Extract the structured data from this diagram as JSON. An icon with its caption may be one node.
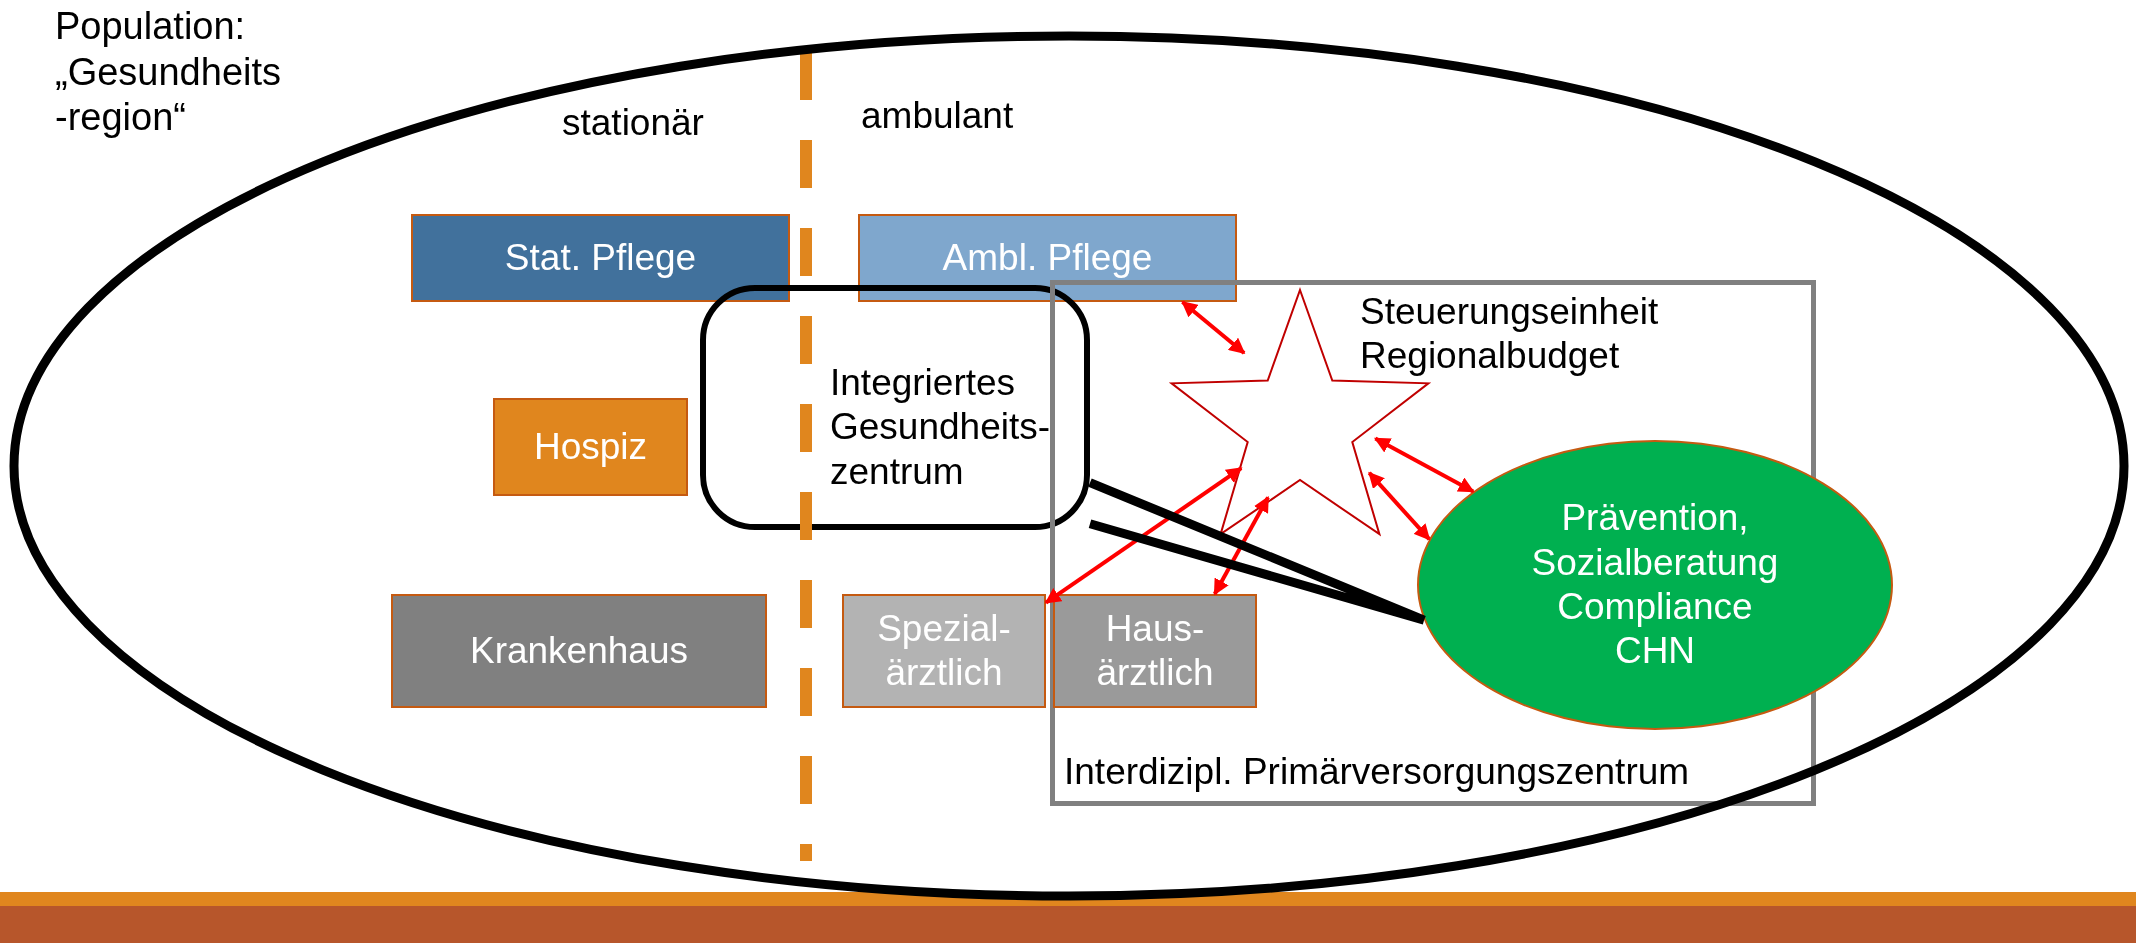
{
  "diagram": {
    "nodes": [
      {
        "text": [
          "Population: „Gesundheits -region“"
        ]
      },
      {
        "text": [
          "Stat. Pflege"
        ],
        "in": 0
      },
      {
        "text": [
          "Ambl. Pflege"
        ],
        "in": 0
      },
      {
        "text": [
          "Hospiz"
        ],
        "in": 0
      },
      {
        "text": [
          "Krankenhaus"
        ],
        "in": 0
      },
      {
        "text": [
          "Integriertes Gesundheits- zentrum"
        ],
        "in": 0
      },
      {
        "text": [
          "Interdizipl. Primärversorgungszentrum"
        ],
        "in": 0
      },
      {
        "text": [],
        "shape": "star",
        "beside": [
          "Steuerungseinheit Regionalbudget"
        ],
        "in": 6
      },
      {
        "text": [
          "Spezial- ärztlich"
        ],
        "in": 0
      },
      {
        "text": [
          "Haus- ärztlich"
        ],
        "in": 6
      },
      {
        "text": [
          "Prävention, Sozialberatung",
          "Compliance",
          "CHN"
        ],
        "in": 6
      }
    ],
    "edges": [
      {
        "from": 7,
        "to": 2,
        "arrow": "both"
      },
      {
        "from": 7,
        "to": 10,
        "arrow": "both"
      },
      {
        "from": 7,
        "to": 10,
        "arrow": "both"
      },
      {
        "from": 7,
        "to": 8,
        "arrow": "both"
      },
      {
        "from": 7,
        "to": 9,
        "arrow": "both"
      },
      {
        "from": 5,
        "to": 10,
        "arrow": "none",
        "style": "thick",
        "color": "#000000"
      }
    ],
    "labels": [
      "stationär",
      "ambulant"
    ]
  }
}
